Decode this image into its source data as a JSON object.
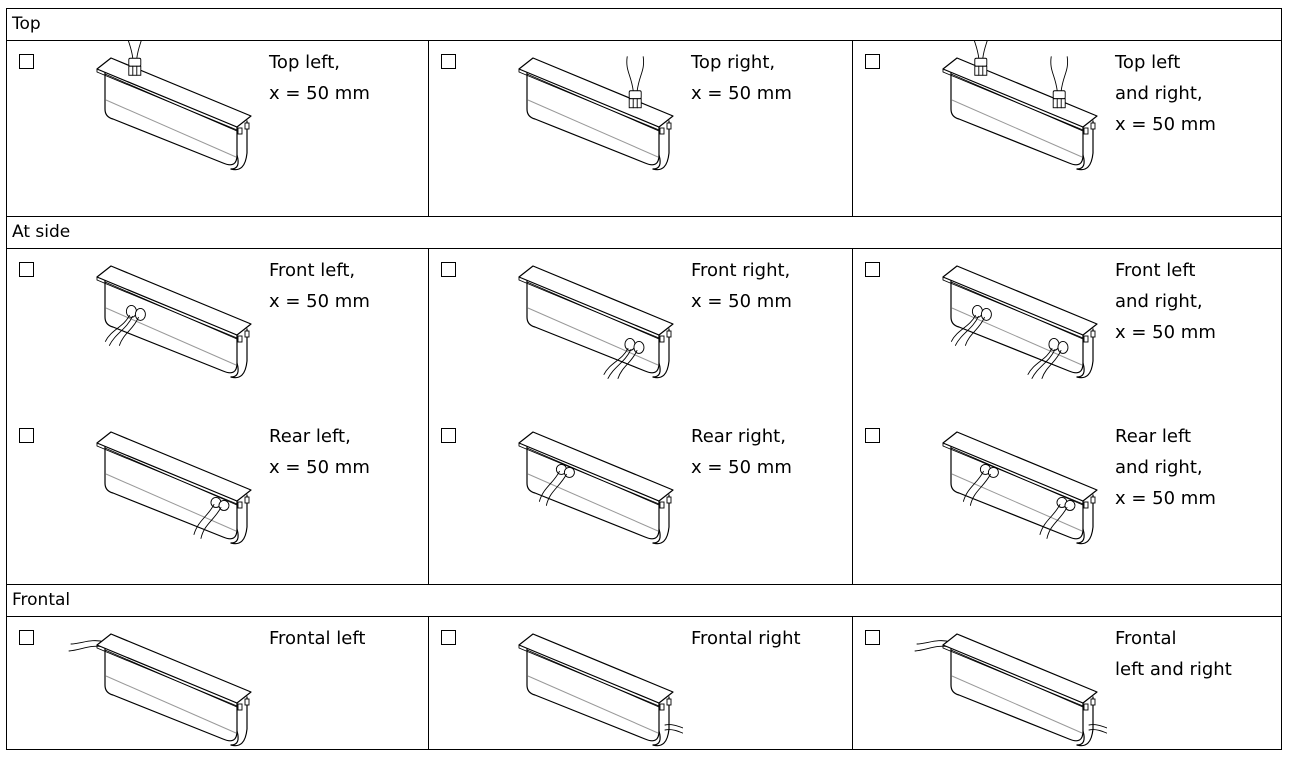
{
  "sections": [
    {
      "title": "Top",
      "rows": [
        [
          {
            "label": "Top left,\nx = 50 mm",
            "checked": false,
            "icon": "top-left-cable-exit-icon"
          },
          {
            "label": "Top right,\nx = 50 mm",
            "checked": false,
            "icon": "top-right-cable-exit-icon"
          },
          {
            "label": "Top left\nand right,\nx = 50 mm",
            "checked": false,
            "icon": "top-left-and-right-cable-exit-icon"
          }
        ]
      ]
    },
    {
      "title": "At side",
      "rows": [
        [
          {
            "label": "Front left,\nx = 50 mm",
            "checked": false,
            "icon": "front-left-cable-exit-icon"
          },
          {
            "label": "Front right,\nx = 50 mm",
            "checked": false,
            "icon": "front-right-cable-exit-icon"
          },
          {
            "label": "Front left\nand right,\nx = 50 mm",
            "checked": false,
            "icon": "front-left-and-right-cable-exit-icon"
          }
        ],
        [
          {
            "label": "Rear left,\nx = 50 mm",
            "checked": false,
            "icon": "rear-left-cable-exit-icon"
          },
          {
            "label": "Rear right,\nx = 50 mm",
            "checked": false,
            "icon": "rear-right-cable-exit-icon"
          },
          {
            "label": "Rear left\nand right,\nx = 50 mm",
            "checked": false,
            "icon": "rear-left-and-right-cable-exit-icon"
          }
        ]
      ]
    },
    {
      "title": "Frontal",
      "rows": [
        [
          {
            "label": "Frontal left",
            "checked": false,
            "icon": "frontal-left-cable-exit-icon"
          },
          {
            "label": "Frontal right",
            "checked": false,
            "icon": "frontal-right-cable-exit-icon"
          },
          {
            "label": "Frontal\nleft and right",
            "checked": false,
            "icon": "frontal-left-and-right-cable-exit-icon"
          }
        ]
      ]
    }
  ]
}
